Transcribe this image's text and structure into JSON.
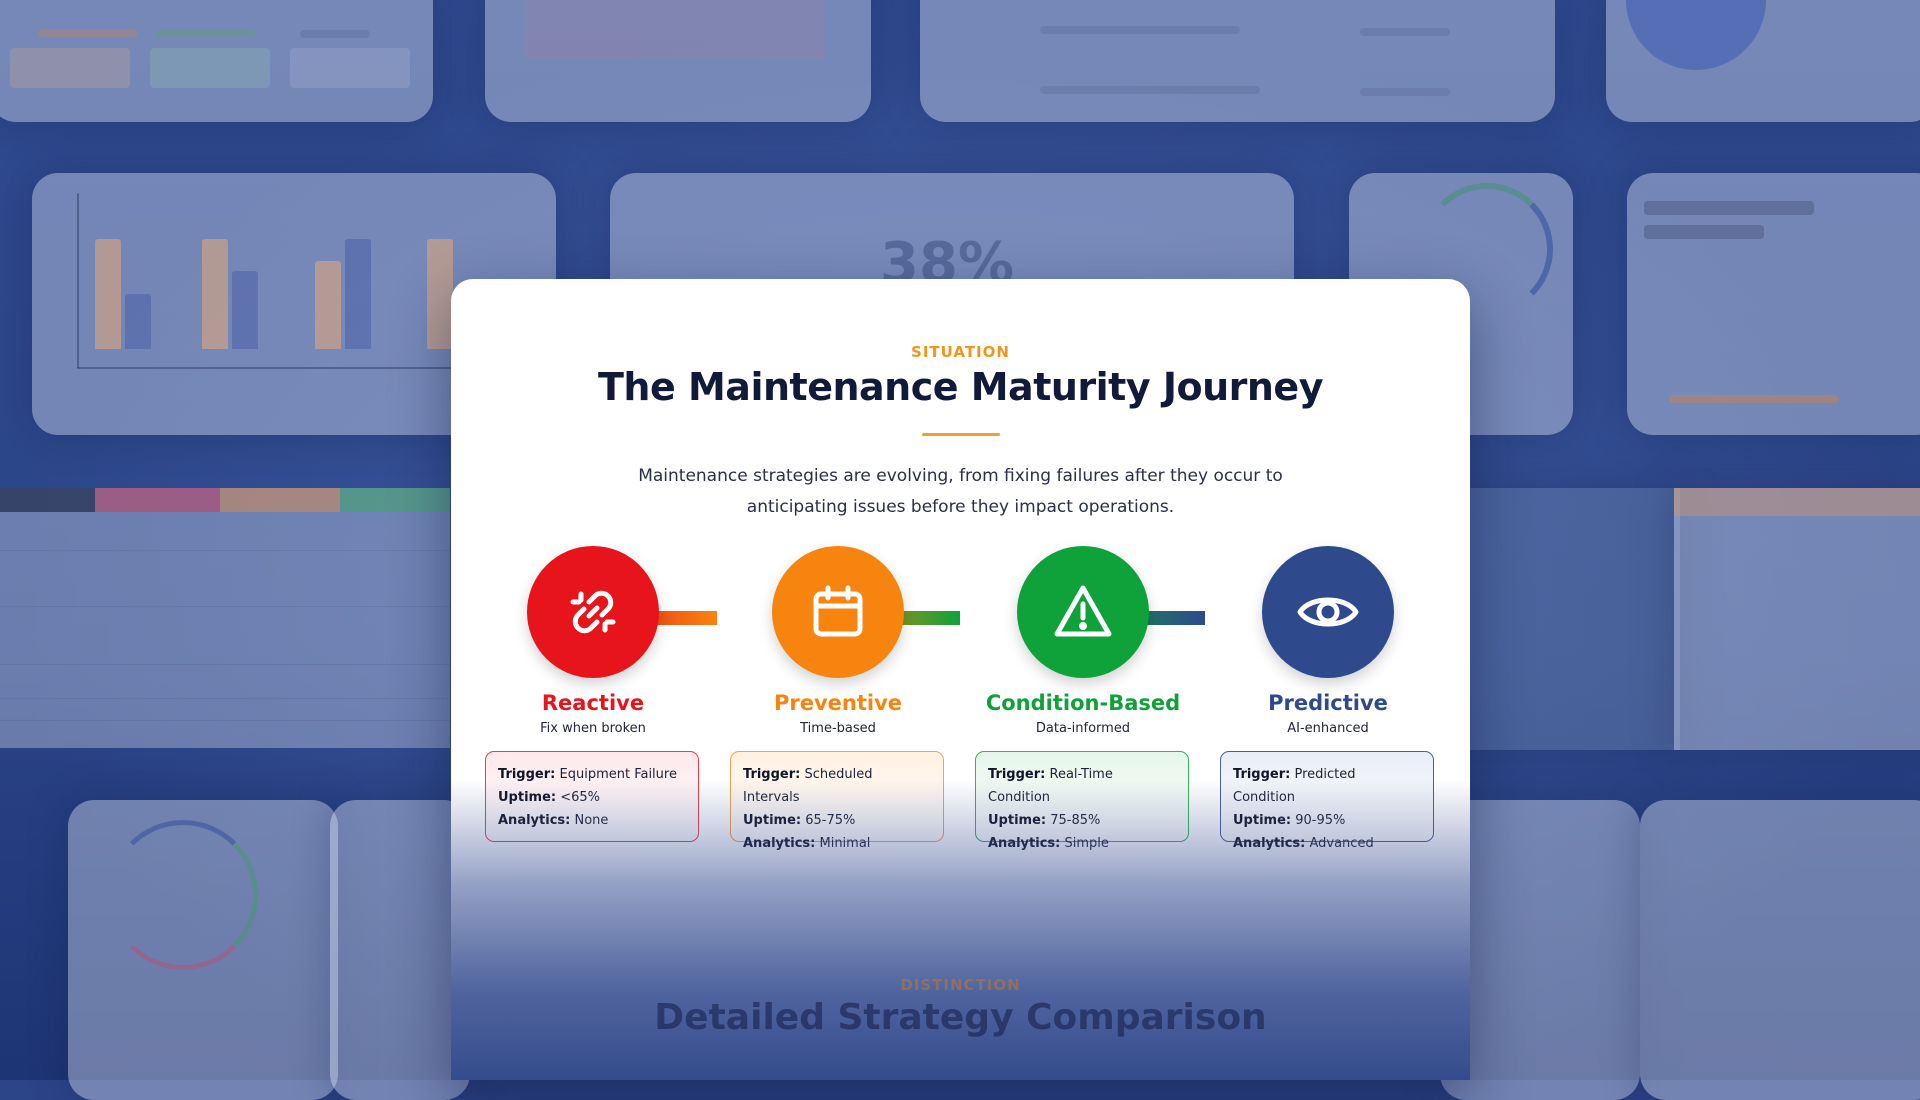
{
  "section": {
    "eyebrow": "SITUATION",
    "title": "The Maintenance Maturity Journey",
    "description": "Maintenance strategies are evolving, from fixing failures after they occur to anticipating issues before they impact operations."
  },
  "stages": [
    {
      "name": "Reactive",
      "subtitle": "Fix when broken",
      "icon": "broken-link-icon",
      "color": "#e8141c",
      "trigger_label": "Trigger:",
      "trigger": "Equipment Failure",
      "uptime_label": "Uptime:",
      "uptime": "<65%",
      "analytics_label": "Analytics:",
      "analytics": "None"
    },
    {
      "name": "Preventive",
      "subtitle": "Time-based",
      "icon": "calendar-icon",
      "color": "#f7840f",
      "trigger_label": "Trigger:",
      "trigger": "Scheduled Intervals",
      "uptime_label": "Uptime:",
      "uptime": "65-75%",
      "analytics_label": "Analytics:",
      "analytics": "Minimal"
    },
    {
      "name": "Condition-Based",
      "subtitle": "Data-informed",
      "icon": "warning-icon",
      "color": "#0fa23a",
      "trigger_label": "Trigger:",
      "trigger": "Real-Time Condition",
      "uptime_label": "Uptime:",
      "uptime": "75-85%",
      "analytics_label": "Analytics:",
      "analytics": "Simple"
    },
    {
      "name": "Predictive",
      "subtitle": "AI-enhanced",
      "icon": "eye-icon",
      "color": "#2e4a8c",
      "trigger_label": "Trigger:",
      "trigger": "Predicted Condition",
      "uptime_label": "Uptime:",
      "uptime": "90-95%",
      "analytics_label": "Analytics:",
      "analytics": "Advanced"
    }
  ],
  "next_section": {
    "eyebrow": "DISTINCTION",
    "title": "Detailed Strategy Comparison"
  }
}
